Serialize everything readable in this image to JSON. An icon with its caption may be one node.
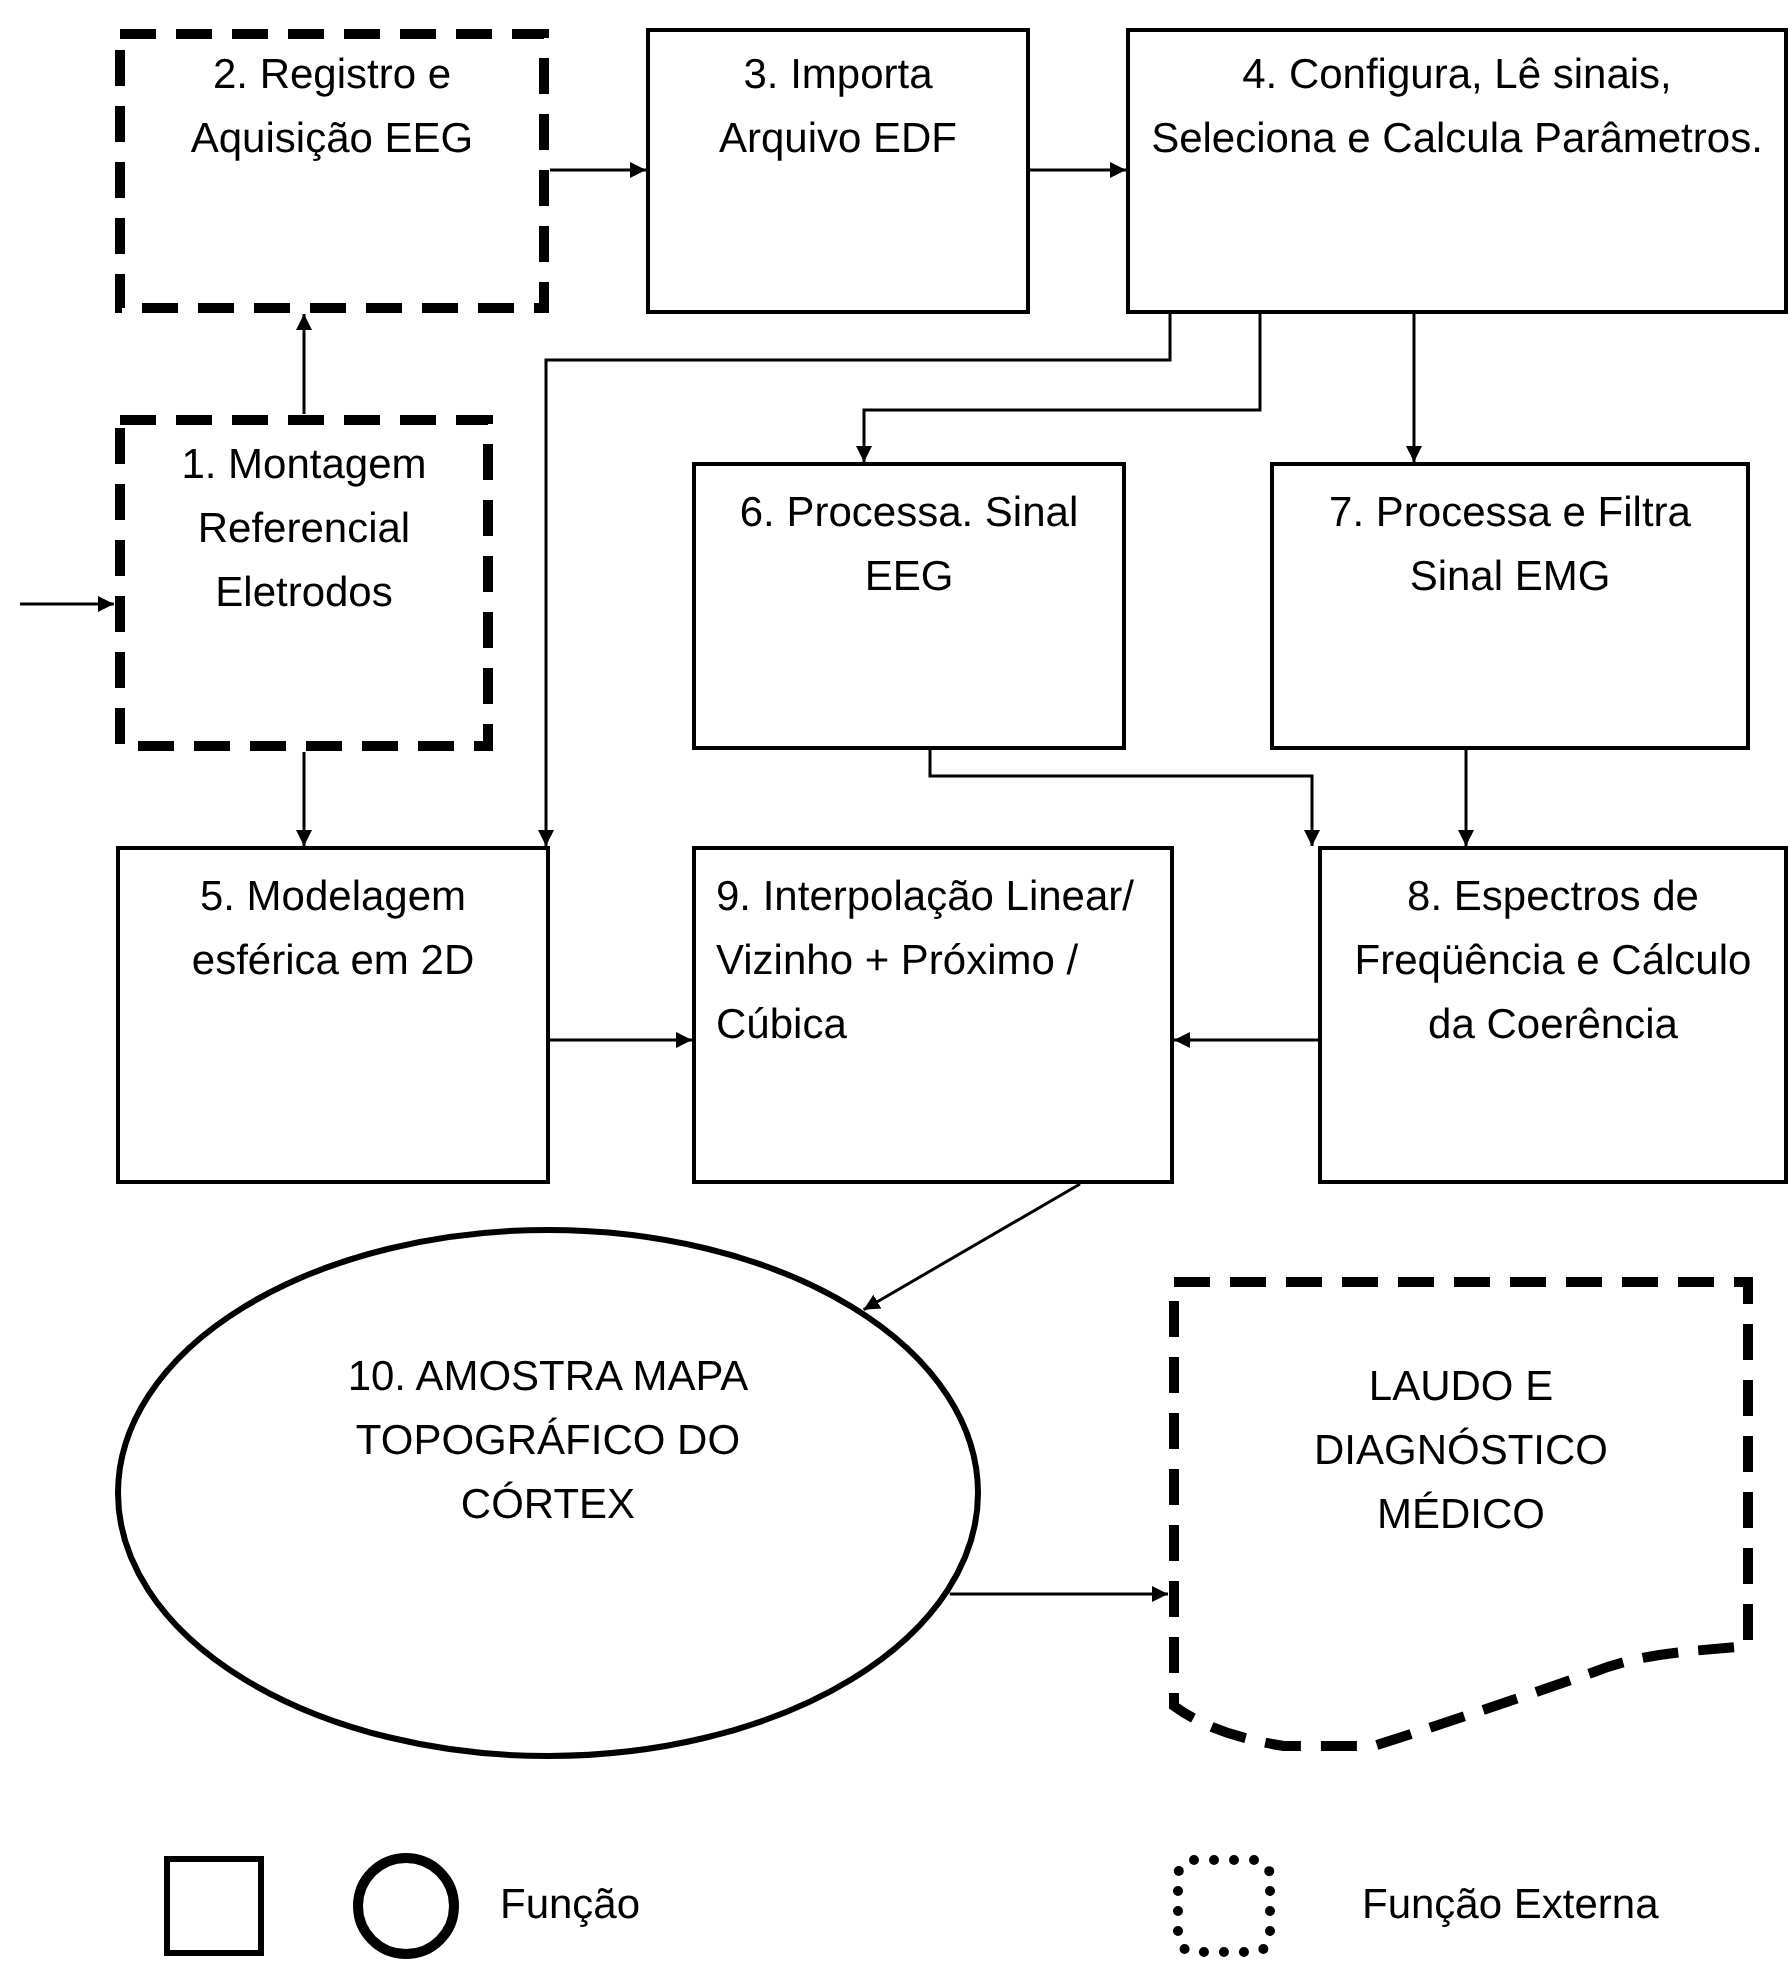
{
  "diagram": {
    "nodes": [
      {
        "text": [
          "2. Registro e Aquisição EEG"
        ]
      },
      {
        "text": [
          "3. Importa Arquivo EDF"
        ]
      },
      {
        "text": [
          "4. Configura, Lê sinais, Seleciona e Calcula Parâmetros."
        ]
      },
      {
        "text": [
          "1. Montagem Referencial Eletrodos"
        ]
      },
      {
        "text": [
          "6. Processa. Sinal EEG"
        ]
      },
      {
        "text": [
          "7. Processa e Filtra Sinal EMG"
        ]
      },
      {
        "text": [
          "5. Modelagem esférica em 2D"
        ]
      },
      {
        "text": [
          "9. Interpolação Linear/ Vizinho + Próximo / Cúbica"
        ]
      },
      {
        "text": [
          "8. Espectros de Freqüência e Cálculo da Coerência"
        ]
      },
      {
        "text": [
          "10. AMOSTRA MAPA TOPOGRÁFICO DO CÓRTEX"
        ]
      },
      {
        "text": [
          "LAUDO E DIAGNÓSTICO MÉDICO"
        ]
      }
    ],
    "edges": [
      {
        "from": null,
        "to": 3,
        "arrow": "to"
      },
      {
        "from": 3,
        "to": 0,
        "arrow": "to"
      },
      {
        "from": 0,
        "to": 1,
        "arrow": "to"
      },
      {
        "from": 1,
        "to": 2,
        "arrow": "to"
      },
      {
        "from": 2,
        "to": 6,
        "arrow": "to"
      },
      {
        "from": 2,
        "to": 4,
        "arrow": "to"
      },
      {
        "from": 2,
        "to": 5,
        "arrow": "to"
      },
      {
        "from": 3,
        "to": 6,
        "arrow": "to"
      },
      {
        "from": 4,
        "to": 8,
        "arrow": "to"
      },
      {
        "from": 5,
        "to": 8,
        "arrow": "to"
      },
      {
        "from": 6,
        "to": 7,
        "arrow": "to"
      },
      {
        "from": 8,
        "to": 7,
        "arrow": "to"
      },
      {
        "from": 7,
        "to": 9,
        "arrow": "to"
      },
      {
        "from": 9,
        "to": 10,
        "arrow": "to"
      }
    ],
    "legend": [
      {
        "text": "Função"
      },
      {
        "text": "Função Externa"
      }
    ]
  }
}
